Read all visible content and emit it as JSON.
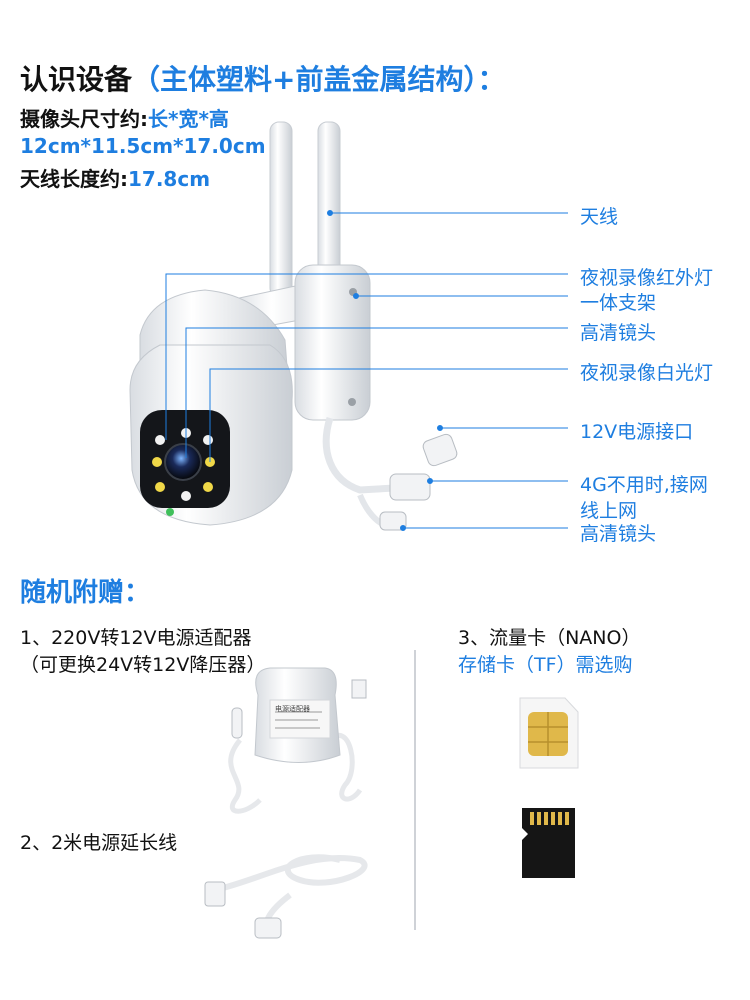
{
  "header": {
    "title_main": "认识设备",
    "title_paren": "（主体塑料+前盖金属结构）：",
    "size_label": "摄像头尺寸约:",
    "size_dims": "长*宽*高",
    "size_values": "12cm*11.5cm*17.0cm",
    "antenna_label": "天线长度约:",
    "antenna_value": "17.8cm"
  },
  "callouts": [
    "天线",
    "夜视录像红外灯",
    "一体支架",
    "高清镜头",
    "夜视录像白光灯",
    "12V电源接口",
    "4G不用时,接网",
    "线上网",
    "高清镜头"
  ],
  "accessories": {
    "title": "随机附赠：",
    "item1_line1": "1、220V转12V电源适配器",
    "item1_line2": "（可更换24V转12V降压器）",
    "item2": "2、2米电源延长线",
    "item3_line1": "3、流量卡（NANO）",
    "item3_line2": "存储卡（TF）需选购",
    "adapter_label_text": "电源适配器"
  },
  "colors": {
    "accent": "#1e7ee0",
    "text": "#111111",
    "sim_gold": "#e0b84a"
  }
}
